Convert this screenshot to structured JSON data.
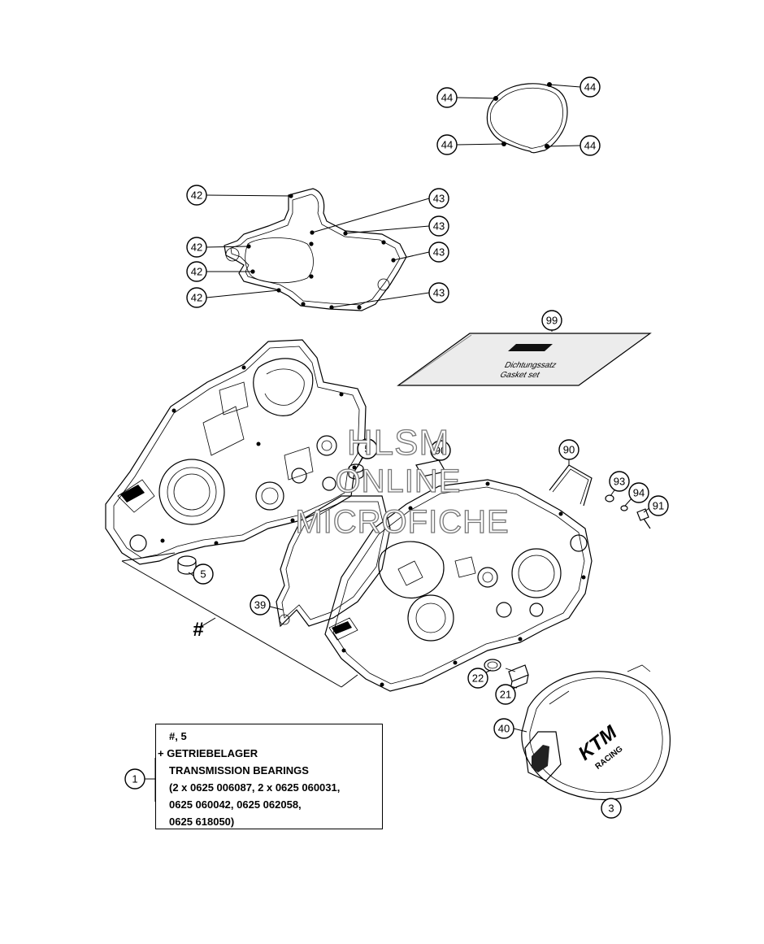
{
  "callouts": {
    "c44a": "44",
    "c44b": "44",
    "c44c": "44",
    "c44d": "44",
    "c42a": "42",
    "c42b": "42",
    "c42c": "42",
    "c42d": "42",
    "c43a": "43",
    "c43b": "43",
    "c43c": "43",
    "c43d": "43",
    "c99": "99",
    "c5a": "5",
    "c5b": "5",
    "c90a": "90",
    "c90b": "90",
    "c93": "93",
    "c94": "94",
    "c91": "91",
    "c39": "39",
    "c22": "22",
    "c21": "21",
    "c40": "40",
    "c3": "3",
    "c1": "1"
  },
  "hash_label": "#",
  "manual": {
    "line1": "Dichtungssatz",
    "line2": "Gasket set"
  },
  "cover_logo": {
    "brand": "KTM",
    "sub": "RACING"
  },
  "note": {
    "line1": "#, 5",
    "line2": "+ GETRIEBELAGER",
    "line3": "TRANSMISSION BEARINGS",
    "line4": "(2 x 0625 006087, 2 x 0625 060031,",
    "line5": "0625 060042, 0625 062058,",
    "line6": "0625 618050)"
  },
  "watermark": {
    "line1": "HLSM",
    "line2": "ONLINE",
    "line3": "MICROFICHE"
  }
}
